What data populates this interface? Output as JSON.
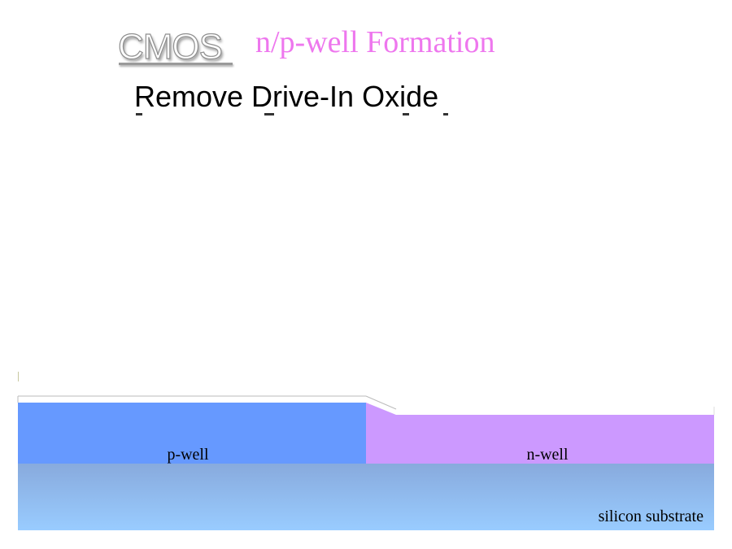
{
  "header": {
    "logo_text": "CMOS",
    "title": "n/p-well Formation",
    "subtitle": "Remove Drive-In Oxide"
  },
  "diagram": {
    "regions": {
      "p_well": "p-well",
      "n_well": "n-well",
      "substrate": "silicon substrate"
    },
    "colors": {
      "p_well": "#6699ff",
      "n_well": "#cc99ff",
      "substrate_top": "#88aadd",
      "substrate_bottom": "#99ccff",
      "title": "#ee77ee",
      "oxide_line": "#bbbbbb"
    }
  }
}
